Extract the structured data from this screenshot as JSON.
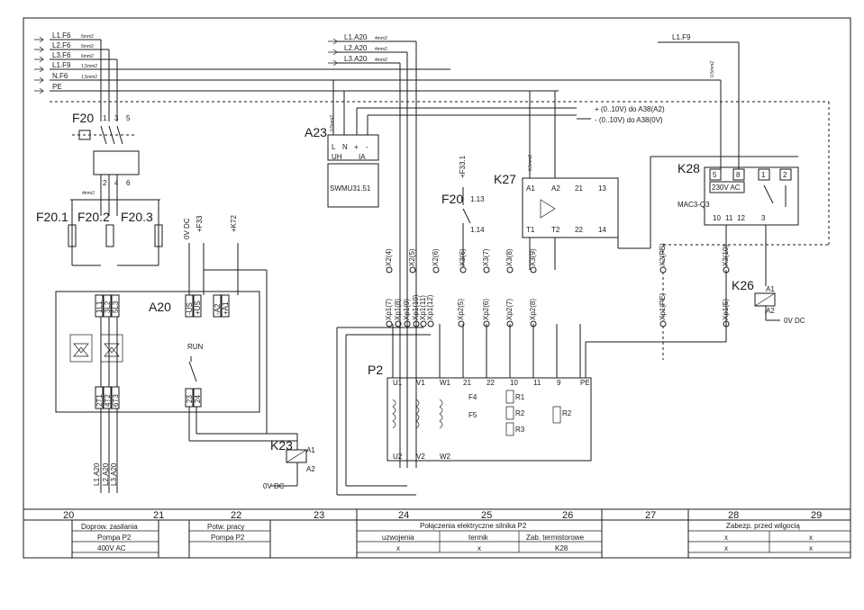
{
  "supply_left": {
    "lines": [
      {
        "name": "L1.F6",
        "size": "6mm2"
      },
      {
        "name": "L2.F6",
        "size": "6mm2"
      },
      {
        "name": "L3.F6",
        "size": "6mm2"
      },
      {
        "name": "L1.F9",
        "size": "1,5mm2"
      },
      {
        "name": "N.F6",
        "size": "1,5mm2"
      },
      {
        "name": "PE",
        "size": ""
      }
    ]
  },
  "supply_mid": {
    "lines": [
      {
        "name": "L1.A20",
        "size": "4mm2"
      },
      {
        "name": "L2.A20",
        "size": "4mm2"
      },
      {
        "name": "L3.A20",
        "size": "4mm2"
      }
    ]
  },
  "supply_right": {
    "line": "L1.F9",
    "size": "0,5mm2"
  },
  "f20": {
    "label": "F20",
    "terminals_top": [
      "1",
      "3",
      "5"
    ],
    "terminals_bottom": [
      "2",
      "4",
      "6"
    ],
    "wire_size": "4mm2"
  },
  "fuses": [
    "F20.1",
    "F20.2",
    "F20.3"
  ],
  "a20": {
    "label": "A20",
    "inputs": [
      "1L1",
      "3L2",
      "5L3"
    ],
    "outputs": [
      "2T1",
      "4T2",
      "6T3"
    ],
    "control": [
      "-US",
      "+US",
      "-A2",
      "+A1"
    ],
    "run_label": "RUN",
    "run_terminals": [
      "23",
      "24"
    ]
  },
  "control_feeds": [
    "0V DC",
    "+F33",
    "+K72"
  ],
  "outputs_bottom": [
    "L1.A20",
    "L2.A20",
    "L3.A20"
  ],
  "k23": {
    "label": "K23",
    "terminals": [
      "A1",
      "A2"
    ],
    "supply": "0V DC"
  },
  "a23": {
    "label": "A23",
    "terminals": [
      "L",
      "N",
      "+",
      "-"
    ],
    "sub": [
      "UH",
      "IA"
    ],
    "module": "SWMU31.51",
    "wire_size": "0,5mm2"
  },
  "analog": {
    "plus": "+  (0..10V)  do  A38(A2)",
    "minus": "-  (0..10V)  do  A38(0V)"
  },
  "f20_aux": {
    "label": "F20",
    "feed": "+F33.1",
    "c1": "1.13",
    "c2": "1.14"
  },
  "k27": {
    "label": "K27",
    "terminals_top": [
      "A1",
      "A2",
      "21",
      "13"
    ],
    "terminals_bottom": [
      "T1",
      "T2",
      "22",
      "14"
    ],
    "wire_size": "0,5mm2"
  },
  "k28": {
    "label": "K28",
    "terminals": [
      "5",
      "8",
      "1",
      "2"
    ],
    "rating": "230V AC",
    "model": "MAC3-Q3",
    "bottom": [
      "10",
      "11",
      "12",
      "3"
    ]
  },
  "k26": {
    "label": "K26",
    "terminals": [
      "A1",
      "A2"
    ],
    "supply": "0V DC"
  },
  "terminal_top": [
    "X2(4)",
    "X2(5)",
    "X2(6)",
    "X3(6)",
    "X3(7)",
    "X3(8)",
    "X3(9)",
    "X2(PE)",
    "X3(10)"
  ],
  "terminal_bot": [
    "Xp1(7)",
    "Xp1(8)",
    "Xp1(9)",
    "Xp1(10)",
    "Xp1(11)",
    "Xp1(12)",
    "Xp2(5)",
    "Xp2(6)",
    "Xp2(7)",
    "Xp2(8)",
    "Xp1(PE)",
    "Xp1(5)"
  ],
  "p2": {
    "label": "P2",
    "top": [
      "U1",
      "V1",
      "W1",
      "21",
      "22",
      "10",
      "11",
      "9",
      "PE"
    ],
    "bottom": [
      "U2",
      "V2",
      "W2"
    ],
    "sensors": [
      "F4",
      "F5",
      "R1",
      "R2",
      "R3",
      "R2"
    ]
  },
  "footer": {
    "cols": [
      "20",
      "21",
      "22",
      "23",
      "24",
      "25",
      "26",
      "27",
      "28",
      "29"
    ],
    "groups": [
      {
        "lines": [
          "Doprow. zasilania",
          "Pompa P2",
          "400V AC"
        ]
      },
      {
        "lines": [
          "Potw. pracy",
          "Pompa P2"
        ]
      },
      {
        "title": "Połączenia elektryczne silnika P2",
        "sub": [
          "uzwojenia",
          "termik",
          "Zab. termistorowe"
        ],
        "vals": [
          "x",
          "x",
          "K28"
        ]
      },
      {
        "title": "Zabezp. przed wilgocią",
        "vals": [
          "x",
          "x",
          "x",
          "x"
        ]
      }
    ]
  }
}
